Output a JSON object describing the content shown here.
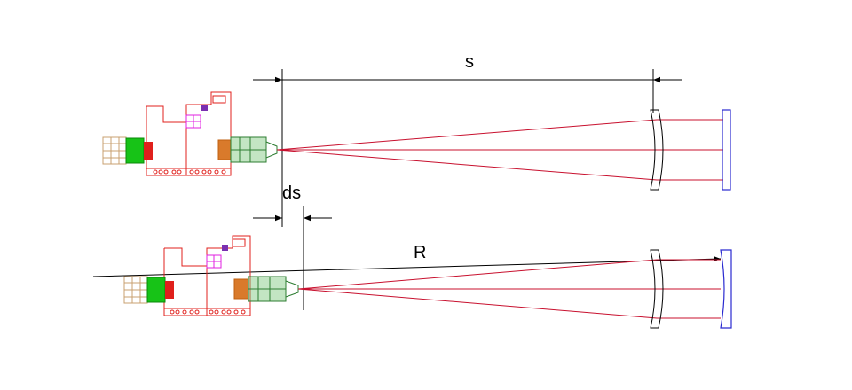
{
  "labels": {
    "distance": "s",
    "shift": "ds",
    "radius": "R"
  },
  "colors": {
    "ray": "#c8102e",
    "body_outline": "#e0201c",
    "lens_outline": "#2e7d32",
    "lens_fill": "#7bc67b",
    "green_part": "#17c317",
    "orange_part": "#d97a2b",
    "tan_part": "#c9a070",
    "magenta_part": "#e020e0",
    "purple_part": "#7a2fb0",
    "mirror": "#2a2ad0",
    "dimension": "#000000"
  }
}
